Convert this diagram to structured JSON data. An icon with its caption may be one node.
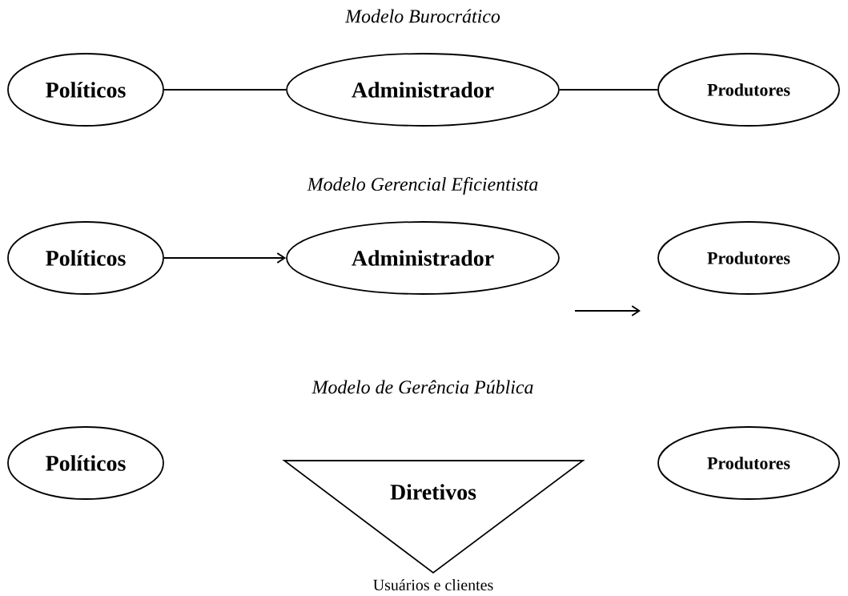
{
  "diagram": {
    "nodes": [
      {
        "text": [
          "Políticos"
        ]
      },
      {
        "text": [
          "Administrador"
        ]
      },
      {
        "text": [
          "Produtores"
        ]
      },
      {
        "text": [
          "Políticos"
        ]
      },
      {
        "text": [
          "Administrador"
        ]
      },
      {
        "text": [
          "Produtores"
        ]
      },
      {
        "text": [
          "Políticos"
        ]
      },
      {
        "text": [
          "Diretivos"
        ],
        "beside": [
          "Usuários e clientes"
        ]
      },
      {
        "text": [
          "Produtores"
        ]
      }
    ],
    "edges": [
      {
        "from": 0,
        "to": 1,
        "arrow": "none"
      },
      {
        "from": 1,
        "to": 2,
        "arrow": "none"
      },
      {
        "from": 3,
        "to": 4,
        "arrow": "to"
      },
      {
        "from": 4,
        "to": 5,
        "arrow": "to"
      }
    ],
    "labels": [
      "Modelo Burocrático",
      "Modelo Gerencial Eficientista",
      "Modelo de Gerência Pública"
    ]
  }
}
